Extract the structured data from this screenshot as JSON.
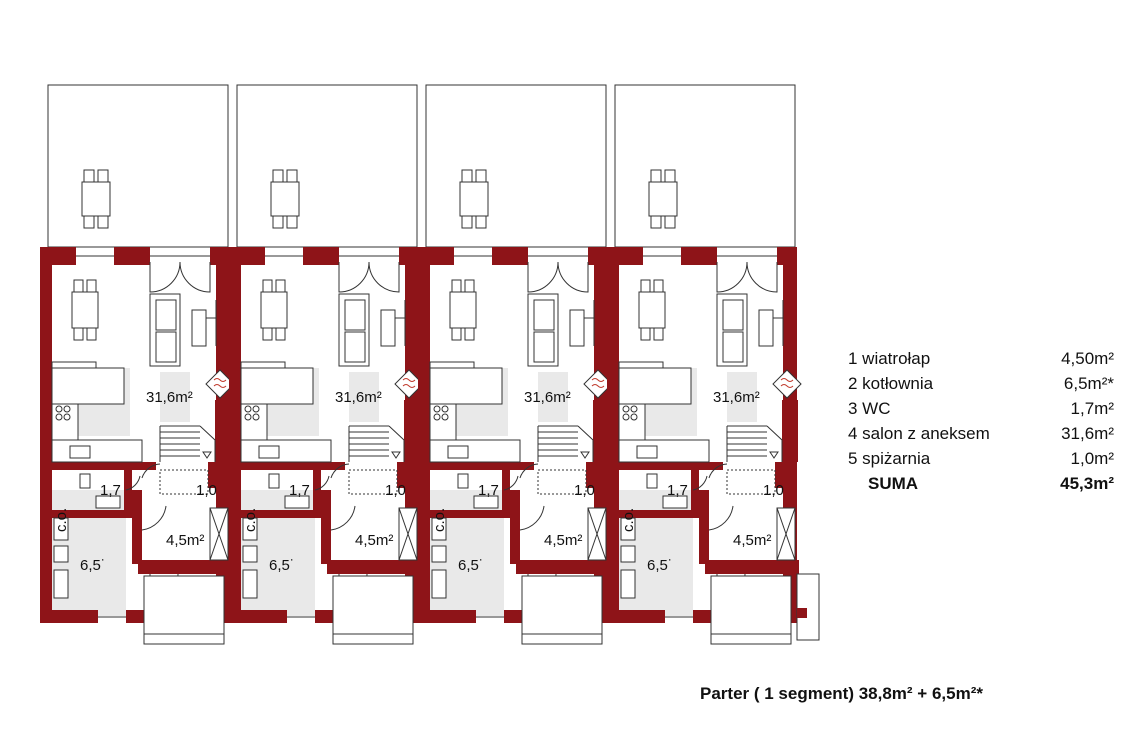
{
  "units": [
    {
      "salon": "31,6m²",
      "wc": "1,7",
      "spizarnia": "1,0",
      "wiatrolap": "4,5m²",
      "kotlownia": "6,5˙",
      "boiler_tag": "c.o."
    },
    {
      "salon": "31,6m²",
      "wc": "1,7",
      "spizarnia": "1,0",
      "wiatrolap": "4,5m²",
      "kotlownia": "6,5˙",
      "boiler_tag": "c.o."
    },
    {
      "salon": "31,6m²",
      "wc": "1,7",
      "spizarnia": "1,0",
      "wiatrolap": "4,5m²",
      "kotlownia": "6,5˙",
      "boiler_tag": "c.o."
    },
    {
      "salon": "31,6m²",
      "wc": "1,7",
      "spizarnia": "1,0",
      "wiatrolap": "4,5m²",
      "kotlownia": "6,5˙",
      "boiler_tag": "c.o."
    }
  ],
  "legend": {
    "rows": [
      {
        "label": "1 wiatrołap",
        "value": "4,50m²"
      },
      {
        "label": "2 kotłownia",
        "value": "6,5m²*"
      },
      {
        "label": "3 WC",
        "value": "1,7m²"
      },
      {
        "label": "4 salon z aneksem",
        "value": "31,6m²"
      },
      {
        "label": "5 spiżarnia",
        "value": "1,0m²"
      }
    ],
    "total": {
      "label": "SUMA",
      "value": "45,3m²"
    }
  },
  "caption": "Parter ( 1 segment)   38,8m² + 6,5m²*",
  "colors": {
    "wall": "#8e1418",
    "floor": "#e9e9e9",
    "line": "#333333",
    "fireplace": "#c0392b"
  }
}
